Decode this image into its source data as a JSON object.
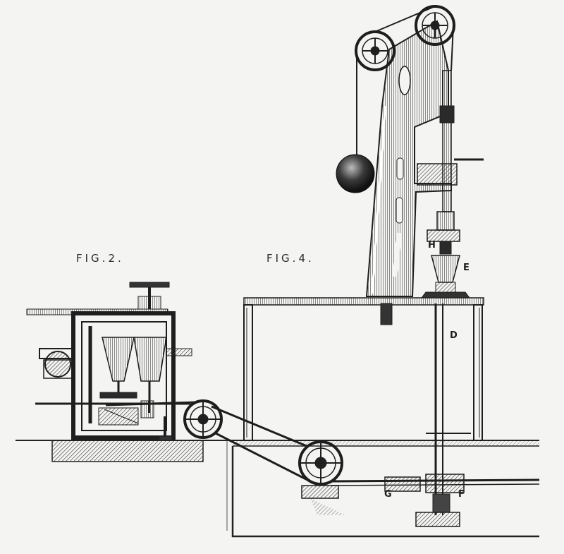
{
  "figure_labels": {
    "fig2": "FIG.2.",
    "fig4": "FIG.4."
  },
  "part_labels": {
    "h": "H",
    "e": "E",
    "d": "D",
    "g": "G",
    "f": "F"
  },
  "colors": {
    "ink": "#1e1e1e",
    "paper": "#f4f4f2",
    "shade": "#7a7a7a"
  }
}
